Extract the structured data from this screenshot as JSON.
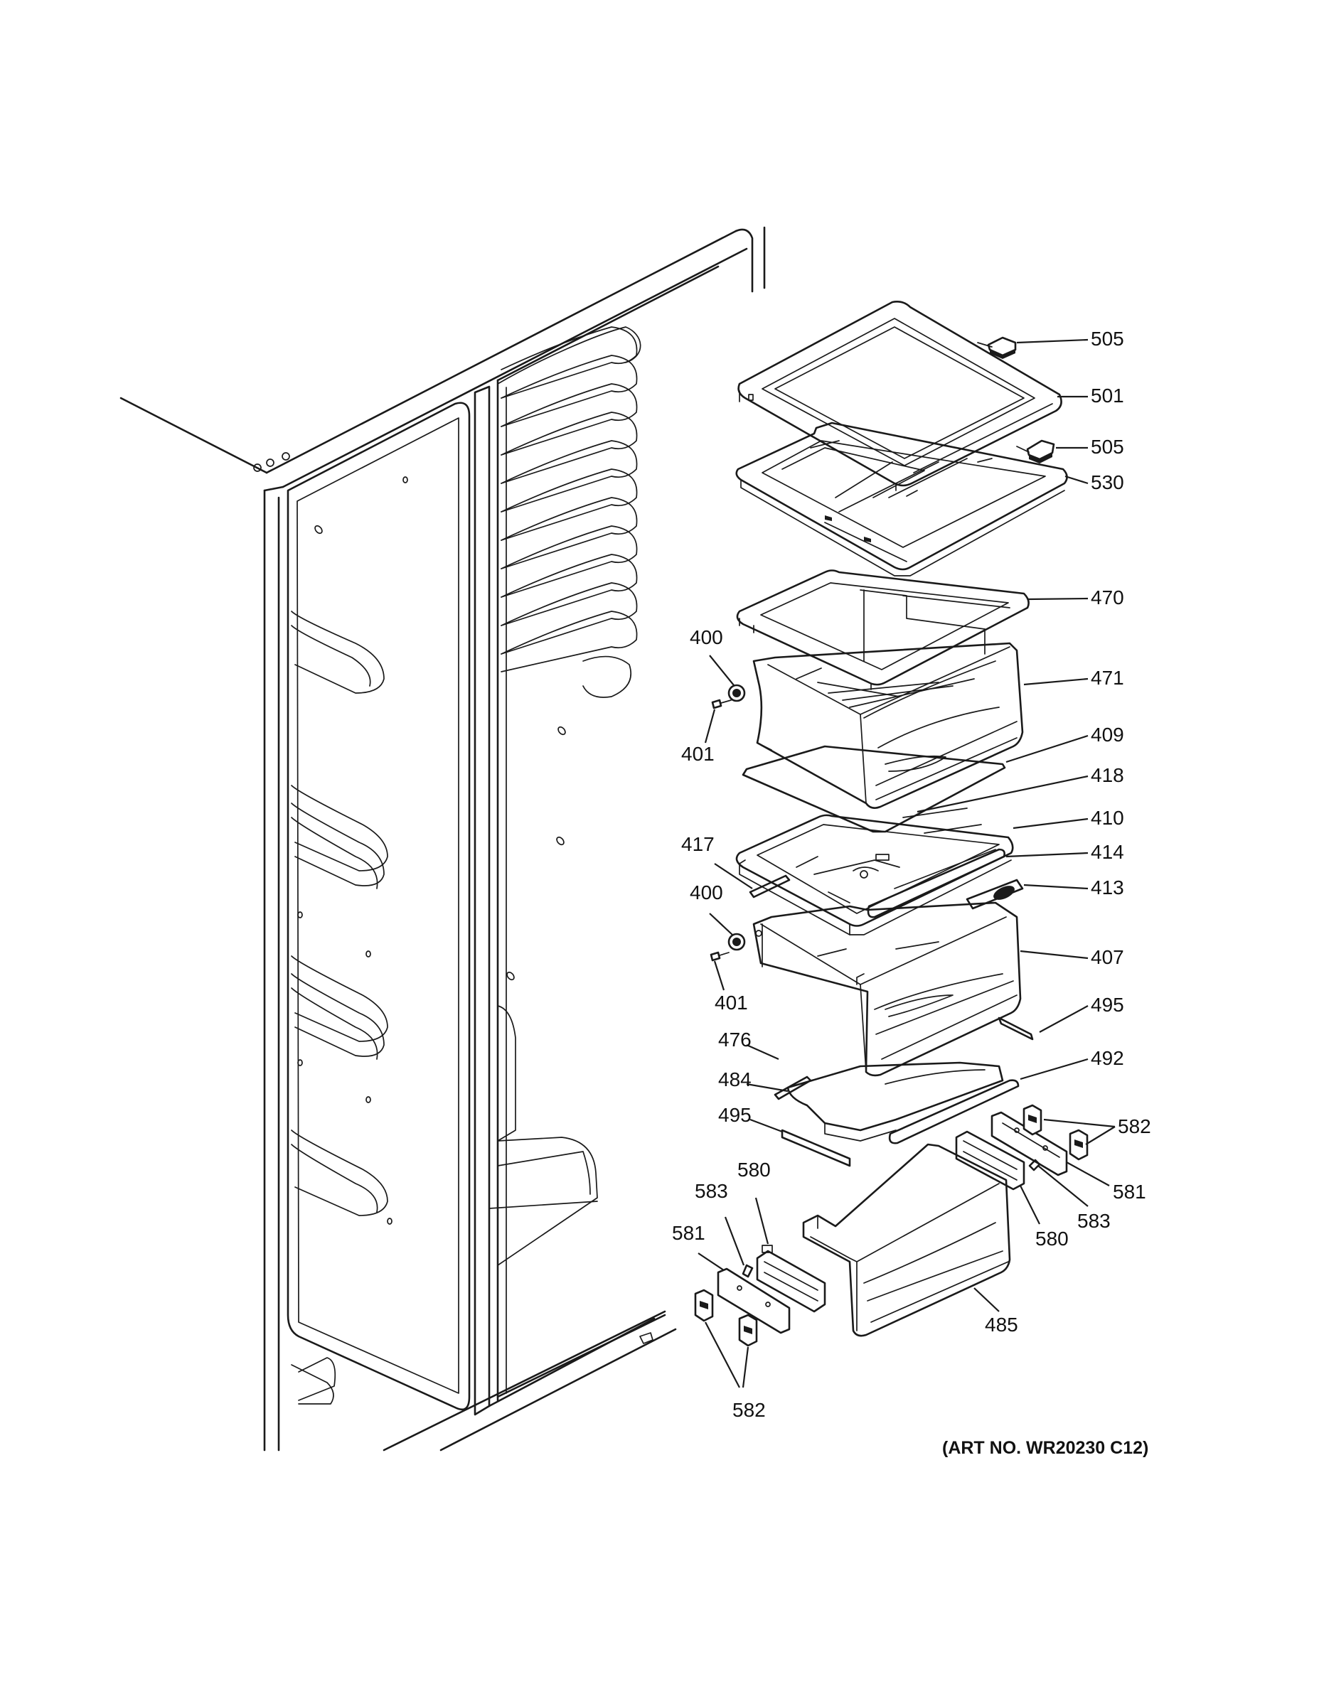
{
  "callouts": [
    {
      "id": "c1",
      "label": "505"
    },
    {
      "id": "c2",
      "label": "501"
    },
    {
      "id": "c3",
      "label": "505"
    },
    {
      "id": "c4",
      "label": "530"
    },
    {
      "id": "c5",
      "label": "470"
    },
    {
      "id": "c6",
      "label": "400"
    },
    {
      "id": "c7",
      "label": "471"
    },
    {
      "id": "c8",
      "label": "401"
    },
    {
      "id": "c9",
      "label": "409"
    },
    {
      "id": "c10",
      "label": "418"
    },
    {
      "id": "c11",
      "label": "410"
    },
    {
      "id": "c12",
      "label": "417"
    },
    {
      "id": "c13",
      "label": "414"
    },
    {
      "id": "c14",
      "label": "400"
    },
    {
      "id": "c15",
      "label": "413"
    },
    {
      "id": "c16",
      "label": "407"
    },
    {
      "id": "c17",
      "label": "401"
    },
    {
      "id": "c18",
      "label": "495"
    },
    {
      "id": "c19",
      "label": "476"
    },
    {
      "id": "c20",
      "label": "492"
    },
    {
      "id": "c21",
      "label": "484"
    },
    {
      "id": "c22",
      "label": "495"
    },
    {
      "id": "c23",
      "label": "582"
    },
    {
      "id": "c24",
      "label": "580"
    },
    {
      "id": "c25",
      "label": "583"
    },
    {
      "id": "c26",
      "label": "581"
    },
    {
      "id": "c27",
      "label": "583"
    },
    {
      "id": "c28",
      "label": "581"
    },
    {
      "id": "c29",
      "label": "580"
    },
    {
      "id": "c30",
      "label": "485"
    },
    {
      "id": "c31",
      "label": "582"
    }
  ],
  "caption": "(ART NO. WR20230 C12)"
}
